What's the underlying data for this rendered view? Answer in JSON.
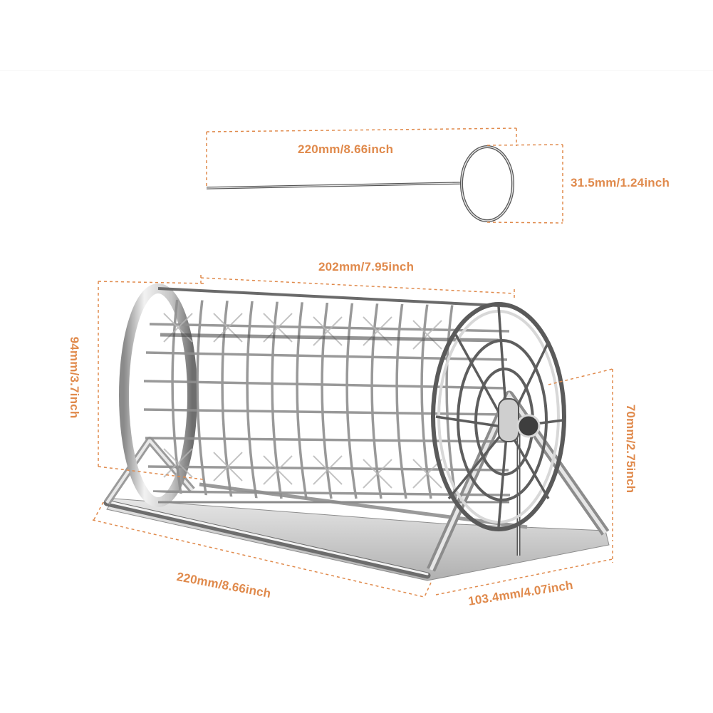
{
  "figure": {
    "subject": "Rotisserie basket with skewer – product dimensions",
    "accent_color": "#e08a4c",
    "metal_color": "#b8b8b8",
    "background": "#ffffff"
  },
  "skewer": {
    "length_label": "220mm/8.66inch",
    "ring_diameter_label": "31.5mm/1.24inch"
  },
  "basket": {
    "drum_length_label": "202mm/7.95inch",
    "overall_height_label": "94mm/3.7inch",
    "side_height_label": "70mm/2.75inch",
    "base_length_label": "220mm/8.66inch",
    "base_depth_label": "103.4mm/4.07inch"
  }
}
